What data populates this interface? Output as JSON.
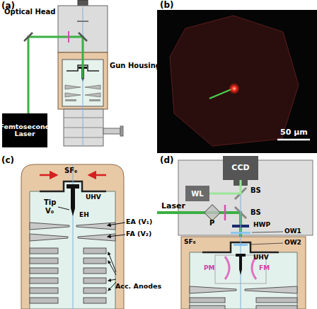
{
  "diagram": {
    "nodes": [
      {
        "text": [
          "Femtosecond Laser"
        ]
      },
      {
        "text": [
          "CCD"
        ]
      },
      {
        "text": [
          "WL"
        ]
      }
    ],
    "edges": [
      {
        "from": 2,
        "to": 1,
        "arrow": "none"
      }
    ],
    "labels": [
      "(a)",
      "Optical Head",
      "Gun Housing",
      "(b)",
      "50 μm",
      "(c)",
      "SF₆",
      "UHV",
      "Tip",
      "V₀",
      "EH",
      "EA (V₁)",
      "FA (V₂)",
      "Acc. Anodes",
      "(d)",
      "BS",
      "BS",
      "Laser",
      "P",
      "HWP",
      "OW1",
      "OW2",
      "SF₆",
      "UHV",
      "PM",
      "FM"
    ]
  }
}
